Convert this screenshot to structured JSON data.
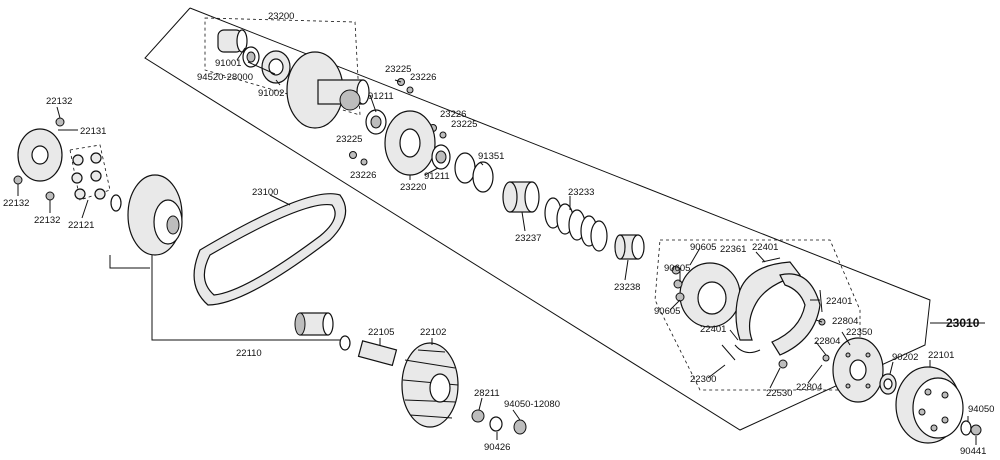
{
  "assembly_number": "23010",
  "labels": {
    "l23200": "23200",
    "l91001": "91001",
    "l94520": "94520-28000",
    "l91002": "91002",
    "l23225a": "23225",
    "l23226a": "23226",
    "l91211a": "91211",
    "l23226b": "23226",
    "l23225b": "23225",
    "l23225c": "23225",
    "l23226c": "23226",
    "l23220": "23220",
    "l91211b": "91211",
    "l91351": "91351",
    "l23233": "23233",
    "l23237": "23237",
    "l23238": "23238",
    "l22132a": "22132",
    "l22131": "22131",
    "l22132b": "22132",
    "l22132c": "22132",
    "l22121": "22121",
    "l23100": "23100",
    "l22110": "22110",
    "l22105": "22105",
    "l22102": "22102",
    "l28211": "28211",
    "l94050a": "94050-12080",
    "l90426": "90426",
    "l90605a": "90605",
    "l22361": "22361",
    "l22401a": "22401",
    "l90605b": "90605",
    "l90605c": "90605",
    "l22401b": "22401",
    "l22804a": "22804",
    "l22401c": "22401",
    "l22350": "22350",
    "l22804b": "22804",
    "l22300": "22300",
    "l22530": "22530",
    "l22804c": "22804",
    "l90202": "90202",
    "l22101": "22101",
    "l94050b": "94050",
    "l90441": "90441"
  }
}
